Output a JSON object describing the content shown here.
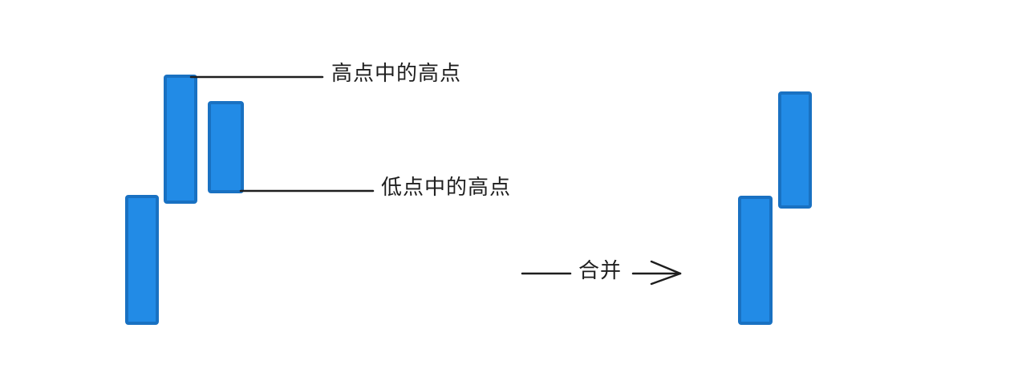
{
  "colors": {
    "bar_fill": "#228be6",
    "bar_stroke": "#1971c2",
    "line": "#1e1e1e"
  },
  "annotations": {
    "high_of_highs": "高点中的高点",
    "low_high": "低点中的高点",
    "merge": "合并"
  },
  "icons": {
    "merge_arrow": "arrow-right-icon"
  }
}
